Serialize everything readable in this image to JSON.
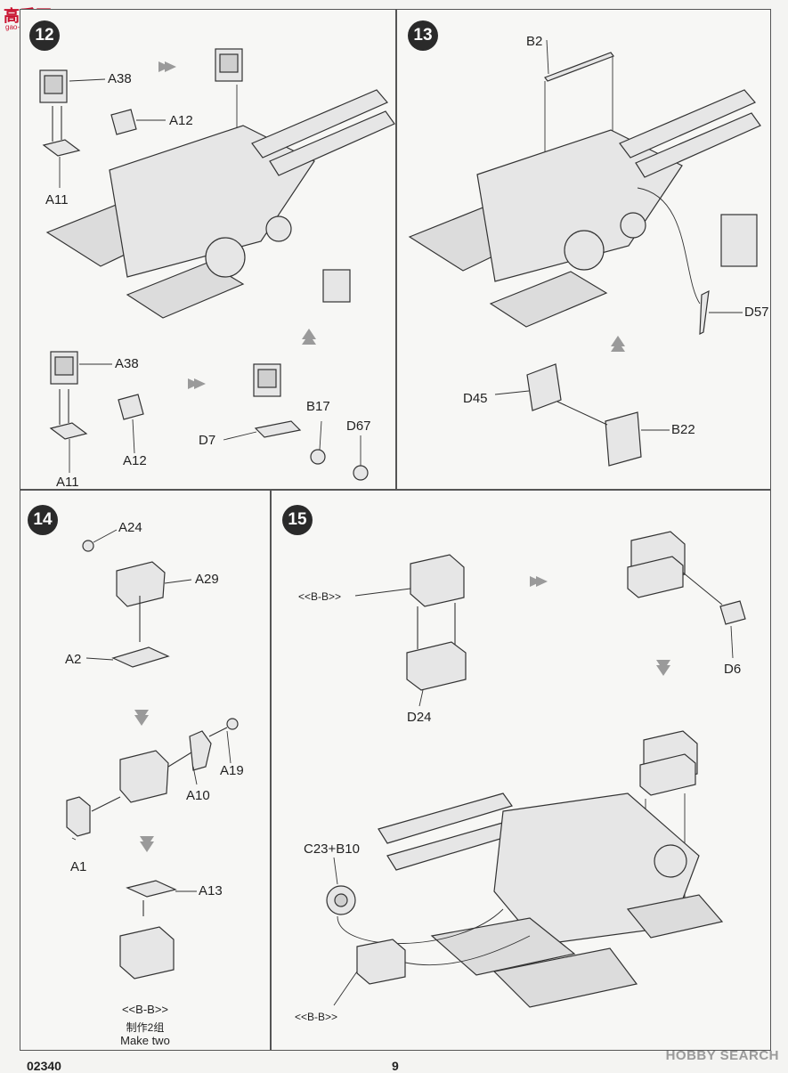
{
  "header": {
    "logo_text": "高手网",
    "logo_sub": "gao-shou.net"
  },
  "steps": {
    "s12": {
      "number": "12",
      "labels": {
        "a38_top": "A38",
        "a12_top": "A12",
        "a11_top": "A11",
        "a38_bot": "A38",
        "a12_bot": "A12",
        "a11_bot": "A11",
        "b17": "B17",
        "d67": "D67",
        "d7": "D7"
      }
    },
    "s13": {
      "number": "13",
      "labels": {
        "b2": "B2",
        "d57": "D57",
        "d45": "D45",
        "b22": "B22"
      }
    },
    "s14": {
      "number": "14",
      "labels": {
        "a24": "A24",
        "a29": "A29",
        "a2": "A2",
        "a19": "A19",
        "a10": "A10",
        "a1": "A1",
        "a13": "A13"
      },
      "caption": {
        "bb": "<<B-B>>",
        "zh": "制作2组",
        "en": "Make two"
      }
    },
    "s15": {
      "number": "15",
      "labels": {
        "bb_top": "<<B-B>>",
        "d24": "D24",
        "d6": "D6",
        "c23_b10": "C23+B10",
        "bb_bot": "<<B-B>>"
      }
    }
  },
  "footer": {
    "code": "02340",
    "page": "9"
  },
  "watermark": "HOBBY SEARCH",
  "colors": {
    "badge": "#2a2a2a",
    "flow_arrow": "#9a9a9a",
    "logo": "#c8102e"
  }
}
